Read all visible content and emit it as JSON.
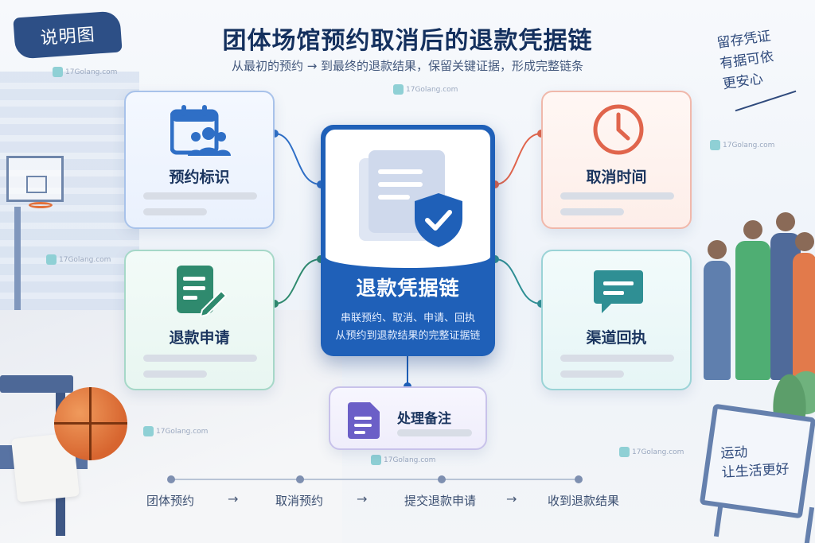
{
  "header": {
    "badge": "说明图",
    "title": "团体场馆预约取消后的退款凭据链",
    "subtitle": "从最初的预约  →  到最终的退款结果，保留关键证据，形成完整链条",
    "note_lines": [
      "留存凭证",
      "有据可依",
      "更安心"
    ]
  },
  "watermark": "17Golang.com",
  "cards": {
    "booking": {
      "label": "预约标识",
      "icon": "calendar-people-icon",
      "color": "#2f6fc6"
    },
    "refund_request": {
      "label": "退款申请",
      "icon": "document-edit-icon",
      "color": "#2f8a6e"
    },
    "cancel_time": {
      "label": "取消时间",
      "icon": "clock-icon",
      "color": "#e0654c"
    },
    "channel_receipt": {
      "label": "渠道回执",
      "icon": "chat-bubble-icon",
      "color": "#2f8f94"
    },
    "processing_note": {
      "label": "处理备注",
      "icon": "note-icon",
      "color": "#6b5fc7"
    }
  },
  "center": {
    "title": "退款凭据链",
    "desc_line1": "串联预约、取消、申请、回执",
    "desc_line2": "从预约到退款结果的完整证据链",
    "icon": "shield-check-icon"
  },
  "timeline": {
    "steps": [
      "团体预约",
      "取消预约",
      "提交退款申请",
      "收到退款结果"
    ],
    "arrow": "→"
  },
  "sign": {
    "line1": "运动",
    "line2": "让生活更好"
  }
}
